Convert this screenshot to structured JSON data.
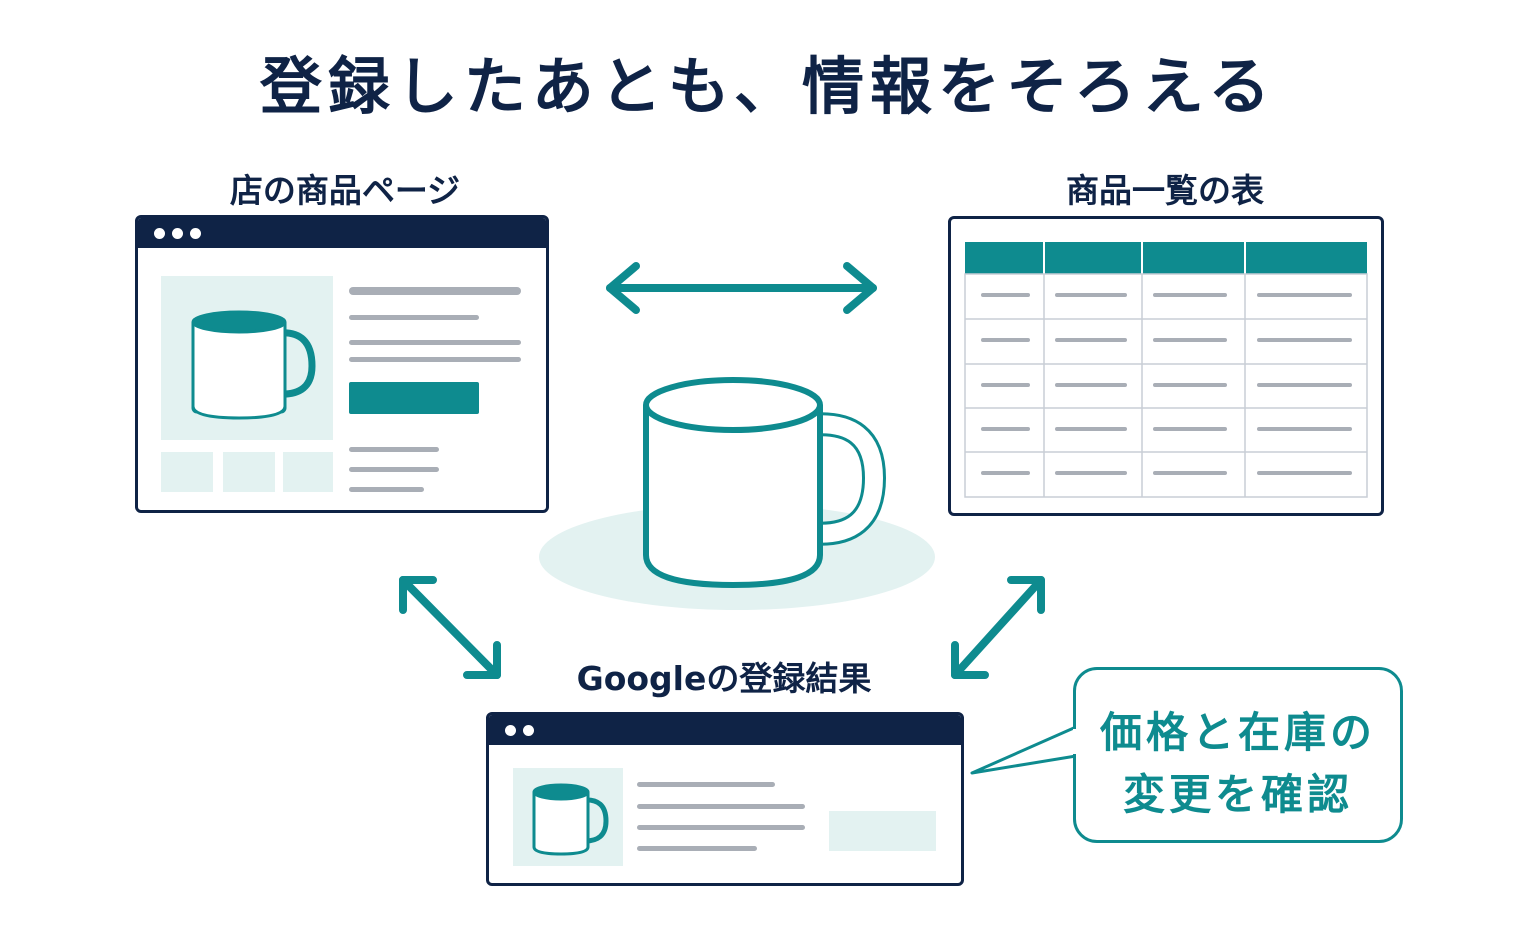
{
  "title": "登録したあとも、情報をそろえる",
  "labels": {
    "shop_page": "店の商品ページ",
    "product_table": "商品一覧の表",
    "google_result": "Googleの登録結果"
  },
  "callout": {
    "line1": "価格と在庫の",
    "line2": "変更を確認"
  },
  "colors": {
    "navy": "#0f2346",
    "teal": "#0e8b8f",
    "light_teal": "#e3f2f1",
    "gray_line": "#a9aeb6"
  },
  "icons": {
    "center": "mug-icon",
    "arrows": "double-arrow-icon"
  }
}
